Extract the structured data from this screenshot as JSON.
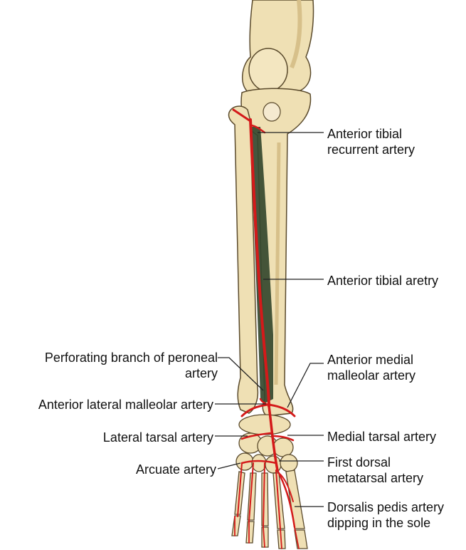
{
  "colors": {
    "bone_fill": "#efe0b4",
    "bone_shade": "#d7c08a",
    "bone_outline": "#5a4a2c",
    "membrane": "#35482e",
    "artery": "#d41a1a",
    "leader_line": "#222222",
    "label_text": "#111111"
  },
  "labels": {
    "anterior_tibial_recurrent": [
      "Anterior tibial",
      "recurrent artery"
    ],
    "anterior_tibial": [
      "Anterior tibial aretry"
    ],
    "anterior_medial_malleolar": [
      "Anterior medial",
      "malleolar artery"
    ],
    "perforating_branch": [
      "Perforating branch of peroneal",
      "artery"
    ],
    "anterior_lateral_malleolar": [
      "Anterior lateral malleolar artery"
    ],
    "medial_tarsal": [
      "Medial tarsal artery"
    ],
    "lateral_tarsal": [
      "Lateral tarsal artery"
    ],
    "first_dorsal_metatarsal": [
      "First dorsal",
      "metatarsal artery"
    ],
    "arcuate": [
      "Arcuate artery"
    ],
    "dorsalis_pedis": [
      "Dorsalis pedis artery",
      "dipping in the sole"
    ]
  }
}
